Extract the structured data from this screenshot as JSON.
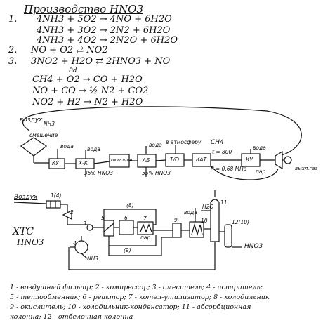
{
  "title": "Производство HNO3",
  "reactions": [
    {
      "num": "1.",
      "eq": "4NH3 + 5O2 → 4NO + 6H2O"
    },
    {
      "num": "",
      "eq": "4NH3 + 3O2 → 2N2 + 6H2O"
    },
    {
      "num": "",
      "eq": "4NH3 + 4O2 → 2N2O + 6H2O"
    },
    {
      "num": "2.",
      "eq": "NO + O2 ⇄ NO2"
    },
    {
      "num": "3.",
      "eq": "3NO2 + H2O ⇄ 2HNO3 + NO"
    }
  ],
  "catalytic": {
    "catalyst": "Pd",
    "eqs": [
      "CH4 + O2 → CO + H2O",
      "NO + CO → ½ N2 + CO2",
      "NO2 + H2 → N2 + H2O"
    ]
  },
  "flow1": {
    "air": "воздух",
    "nh3": "NH3",
    "mixing": "смешение",
    "water": "вода",
    "blocks": [
      "КУ",
      "Х-К",
      "окисл-ие",
      "АБ",
      "Т/О",
      "КАТ",
      "КУ"
    ],
    "pct35": "35% HNO3",
    "pct55": "55% HNO3",
    "atm": "в атмосферу",
    "ch4": "CH4",
    "temp": "t = 800",
    "pressure": "P = 0,68 МПа",
    "steam": "пар",
    "exhaust": "выхл.газ"
  },
  "xts": {
    "air": "Воздух",
    "label": "ХТС",
    "sub": "HNO3",
    "nh3": "NH3",
    "water": "вода",
    "h2o": "H2O",
    "steam": "пар",
    "product": "HNO3",
    "numbers": [
      "1(4)",
      "2",
      "3",
      "4",
      "5",
      "6",
      "7",
      "8",
      "9",
      "10",
      "11",
      "12(10)",
      "(8)",
      "(9)"
    ]
  },
  "legend": [
    "1 - воздушный фильтр; 2 - компрессор; 3 - смеситель; 4 - испаритель;",
    "5 - теплообменник; 6 - реактор; 7 - котел-утилизатор; 8 - холодильник",
    "9 - окислитель; 10 - холодильник-конденсатор; 11 - абсорбционная",
    "колонна; 12 - отбелочная колонна"
  ]
}
